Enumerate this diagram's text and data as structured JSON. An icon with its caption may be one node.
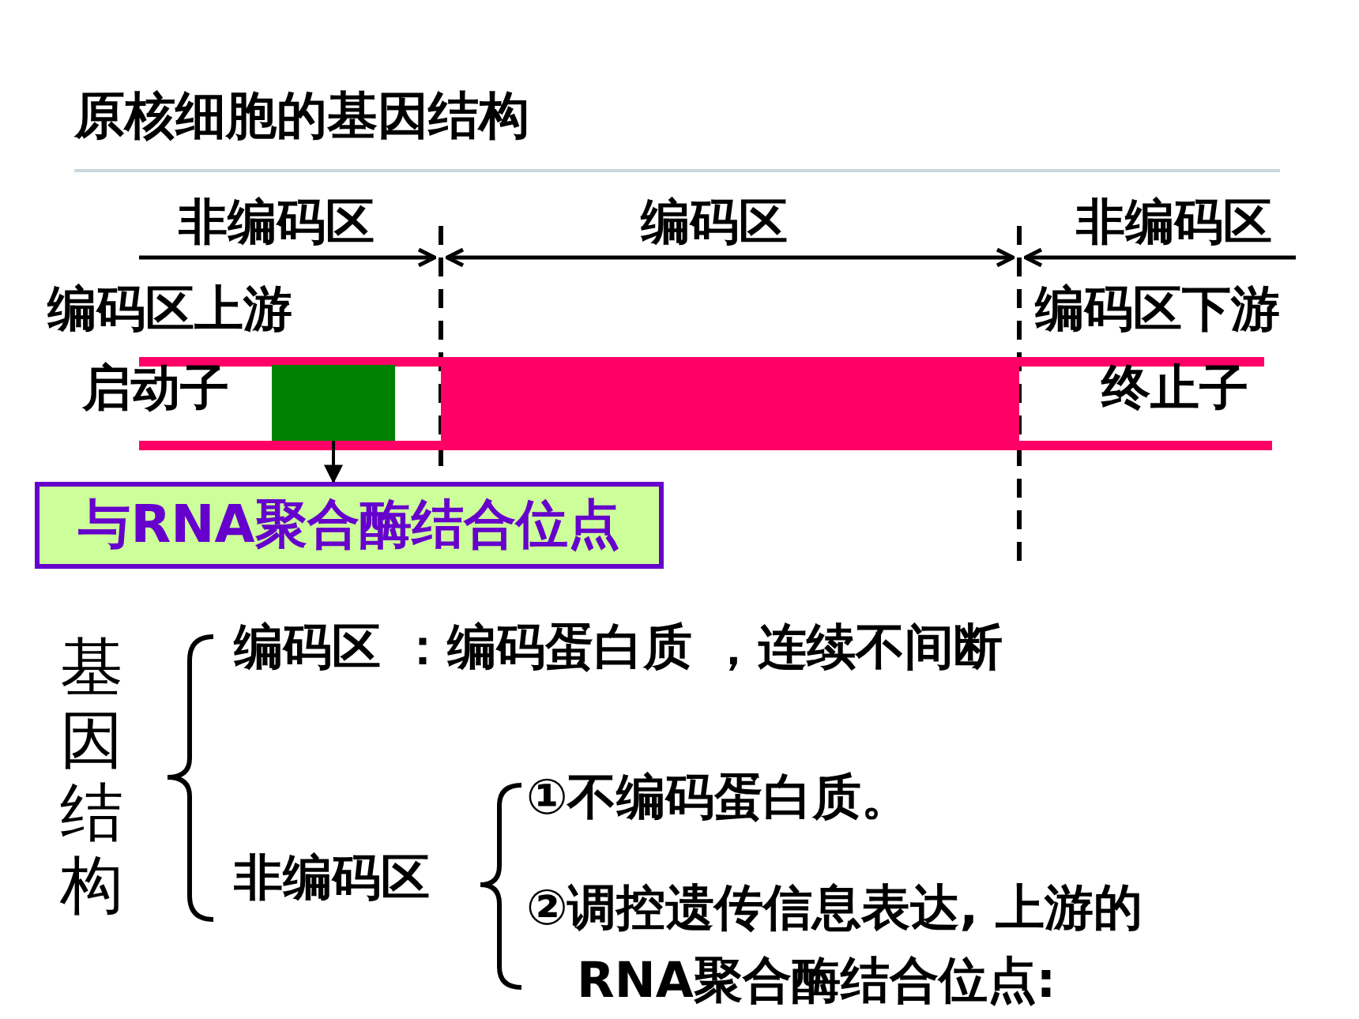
{
  "diagram": {
    "title": "原核细胞的基因结构",
    "nodes": [
      {
        "text": [],
        "shape": "box"
      },
      {
        "text": [
          "与RNA聚合酶结合位点"
        ]
      }
    ],
    "edges": [
      {
        "from": 0,
        "to": 1,
        "arrow": "to"
      }
    ],
    "labels": [
      "非编码区",
      "编码区",
      "非编码区",
      "编码区上游",
      "编码区下游",
      "启动子",
      "终止子",
      "基因结构",
      "编码区 ：编码蛋白质 ，连续不间断",
      "①不编码蛋白质。",
      "非编码区",
      "②调控遗传信息表达, 上游的RNA聚合酶结合位点:"
    ]
  }
}
